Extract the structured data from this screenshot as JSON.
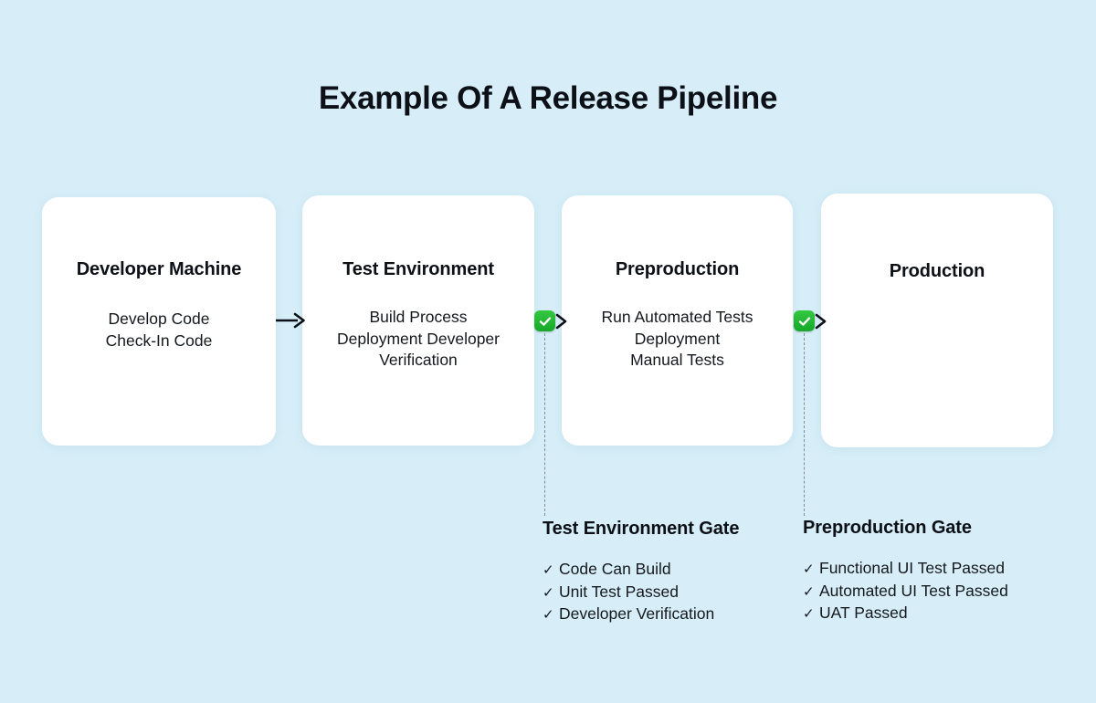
{
  "diagram": {
    "title": "Example Of A Release Pipeline",
    "background_color": "#d7eef8",
    "card_color": "#ffffff",
    "accent_color": "#22b33a",
    "text_color": "#111418"
  },
  "stages": [
    {
      "title": "Developer Machine",
      "body": "Develop Code\nCheck-In Code"
    },
    {
      "title": "Test Environment",
      "body": "Build Process\nDeployment Developer\nVerification"
    },
    {
      "title": "Preproduction",
      "body": "Run Automated Tests\nDeployment\nManual Tests"
    },
    {
      "title": "Production",
      "body": ""
    }
  ],
  "connectors": [
    {
      "type": "arrow",
      "icon": "arrow-right-icon"
    },
    {
      "type": "gate",
      "icon": "green-check-badge-icon"
    },
    {
      "type": "gate",
      "icon": "green-check-badge-icon"
    }
  ],
  "gates": [
    {
      "heading": "Test Environment Gate",
      "check_glyph": "✓",
      "items": [
        "Code Can Build",
        "Unit Test Passed",
        "Developer Verification"
      ]
    },
    {
      "heading": "Preproduction Gate",
      "check_glyph": "✓",
      "items": [
        "Functional UI Test Passed",
        "Automated UI Test Passed",
        "UAT Passed"
      ]
    }
  ]
}
